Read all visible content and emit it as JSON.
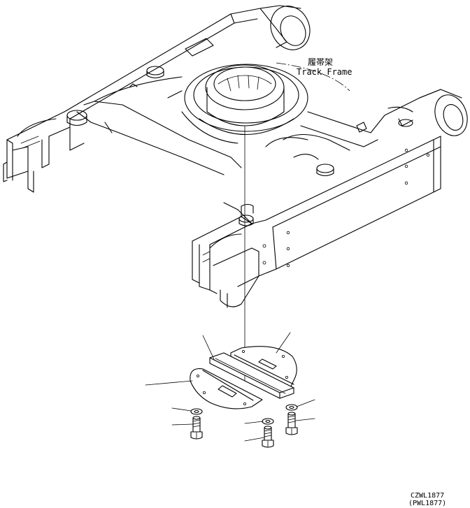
{
  "labels": {
    "part_name_jp": "履帯架",
    "part_name_en": "Track Frame",
    "drawing_code": "CZWL1877",
    "drawing_code_alt": "(PWL1877)"
  },
  "colors": {
    "line": "#000000",
    "background": "#ffffff"
  }
}
